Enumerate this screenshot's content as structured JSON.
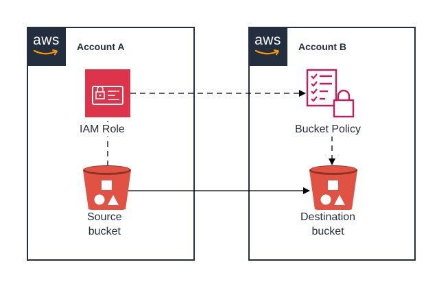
{
  "accounts": [
    {
      "badge": "aws",
      "title": "Account A"
    },
    {
      "badge": "aws",
      "title": "Account B"
    }
  ],
  "nodes": {
    "iam_role": {
      "label": "IAM Role",
      "icon": "iam-role-icon"
    },
    "bucket_policy": {
      "label": "Bucket Policy",
      "icon": "bucket-policy-icon"
    },
    "source_bucket": {
      "label_line1": "Source",
      "label_line2": "bucket",
      "icon": "s3-bucket-icon"
    },
    "destination_bucket": {
      "label_line1": "Destination",
      "label_line2": "bucket",
      "icon": "s3-bucket-icon"
    }
  },
  "colors": {
    "aws_dark": "#232f3e",
    "iam_red": "#dd344c",
    "s3_red": "#e05243",
    "s3_dark_red": "#8c3123",
    "policy_magenta": "#c7195d"
  },
  "edges": [
    {
      "from": "source_bucket",
      "to": "iam_role",
      "style": "dashed"
    },
    {
      "from": "iam_role",
      "to": "bucket_policy",
      "style": "dashed"
    },
    {
      "from": "bucket_policy",
      "to": "destination_bucket",
      "style": "dashed"
    },
    {
      "from": "source_bucket",
      "to": "destination_bucket",
      "style": "solid"
    }
  ]
}
